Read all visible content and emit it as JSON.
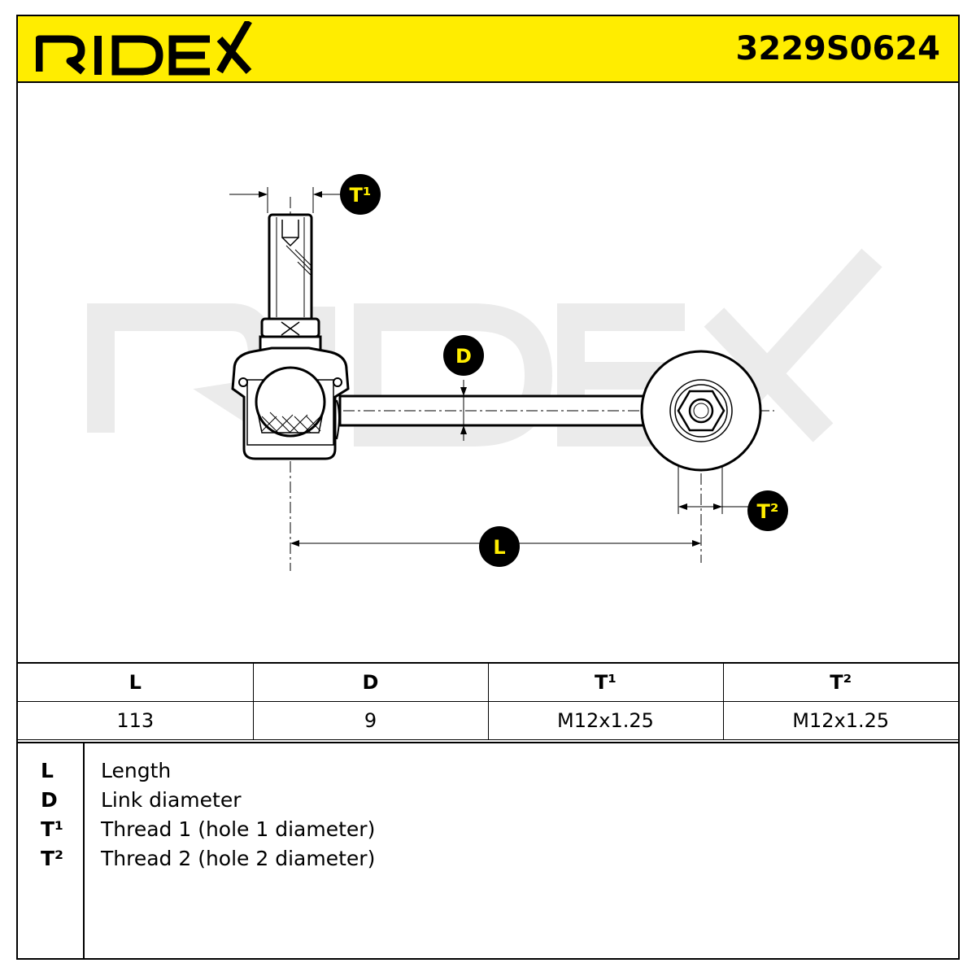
{
  "header": {
    "brand": "RIDEX",
    "part_number": "3229S0624",
    "background_color": "#ffed00"
  },
  "drawing": {
    "watermark": "RIDEX",
    "markers": {
      "t1": {
        "label": "T¹"
      },
      "d": {
        "label": "D"
      },
      "t2": {
        "label": "T²"
      },
      "l": {
        "label": "L"
      }
    }
  },
  "dimensions_table": {
    "headers": [
      "L",
      "D",
      "T¹",
      "T²"
    ],
    "values": [
      "113",
      "9",
      "M12x1.25",
      "M12x1.25"
    ]
  },
  "legend": [
    {
      "key": "L",
      "text": "Length"
    },
    {
      "key": "D",
      "text": "Link diameter"
    },
    {
      "key": "T¹",
      "text": "Thread 1 (hole 1 diameter)"
    },
    {
      "key": "T²",
      "text": "Thread 2 (hole 2 diameter)"
    }
  ]
}
